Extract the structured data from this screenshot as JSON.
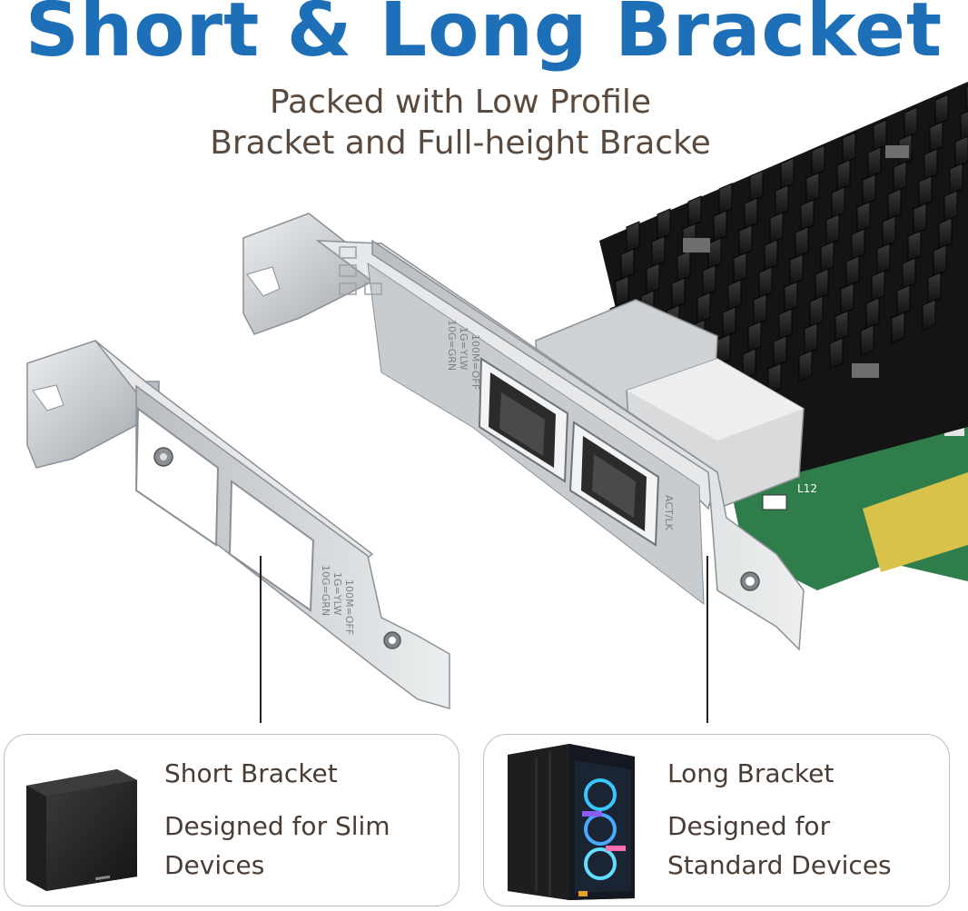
{
  "title": "Short & Long Bracket",
  "subtitle": {
    "line1": "Packed with Low Profile",
    "line2": "Bracket and Full-height Bracke"
  },
  "cards": {
    "short": {
      "title": "Short Bracket",
      "line1": "Designed for Slim",
      "line2": "Devices"
    },
    "long": {
      "title": "Long Bracket",
      "line1": "Designed for",
      "line2": "Standard Devices"
    }
  },
  "bracket_labels": {
    "short": [
      "10G=GRN",
      "1G=YLW",
      "100M=OFF"
    ],
    "long": [
      "10G=GRN",
      "1G=YLW",
      "100M=OFF"
    ],
    "activity": "ACT/LK",
    "board_marking": "L12"
  },
  "colors": {
    "title": "#1d6fb8",
    "text": "#4a3c33",
    "heatsink": "#1c1c1c",
    "pcb": "#2f7d4a",
    "bracket": "#cfd3d6"
  }
}
